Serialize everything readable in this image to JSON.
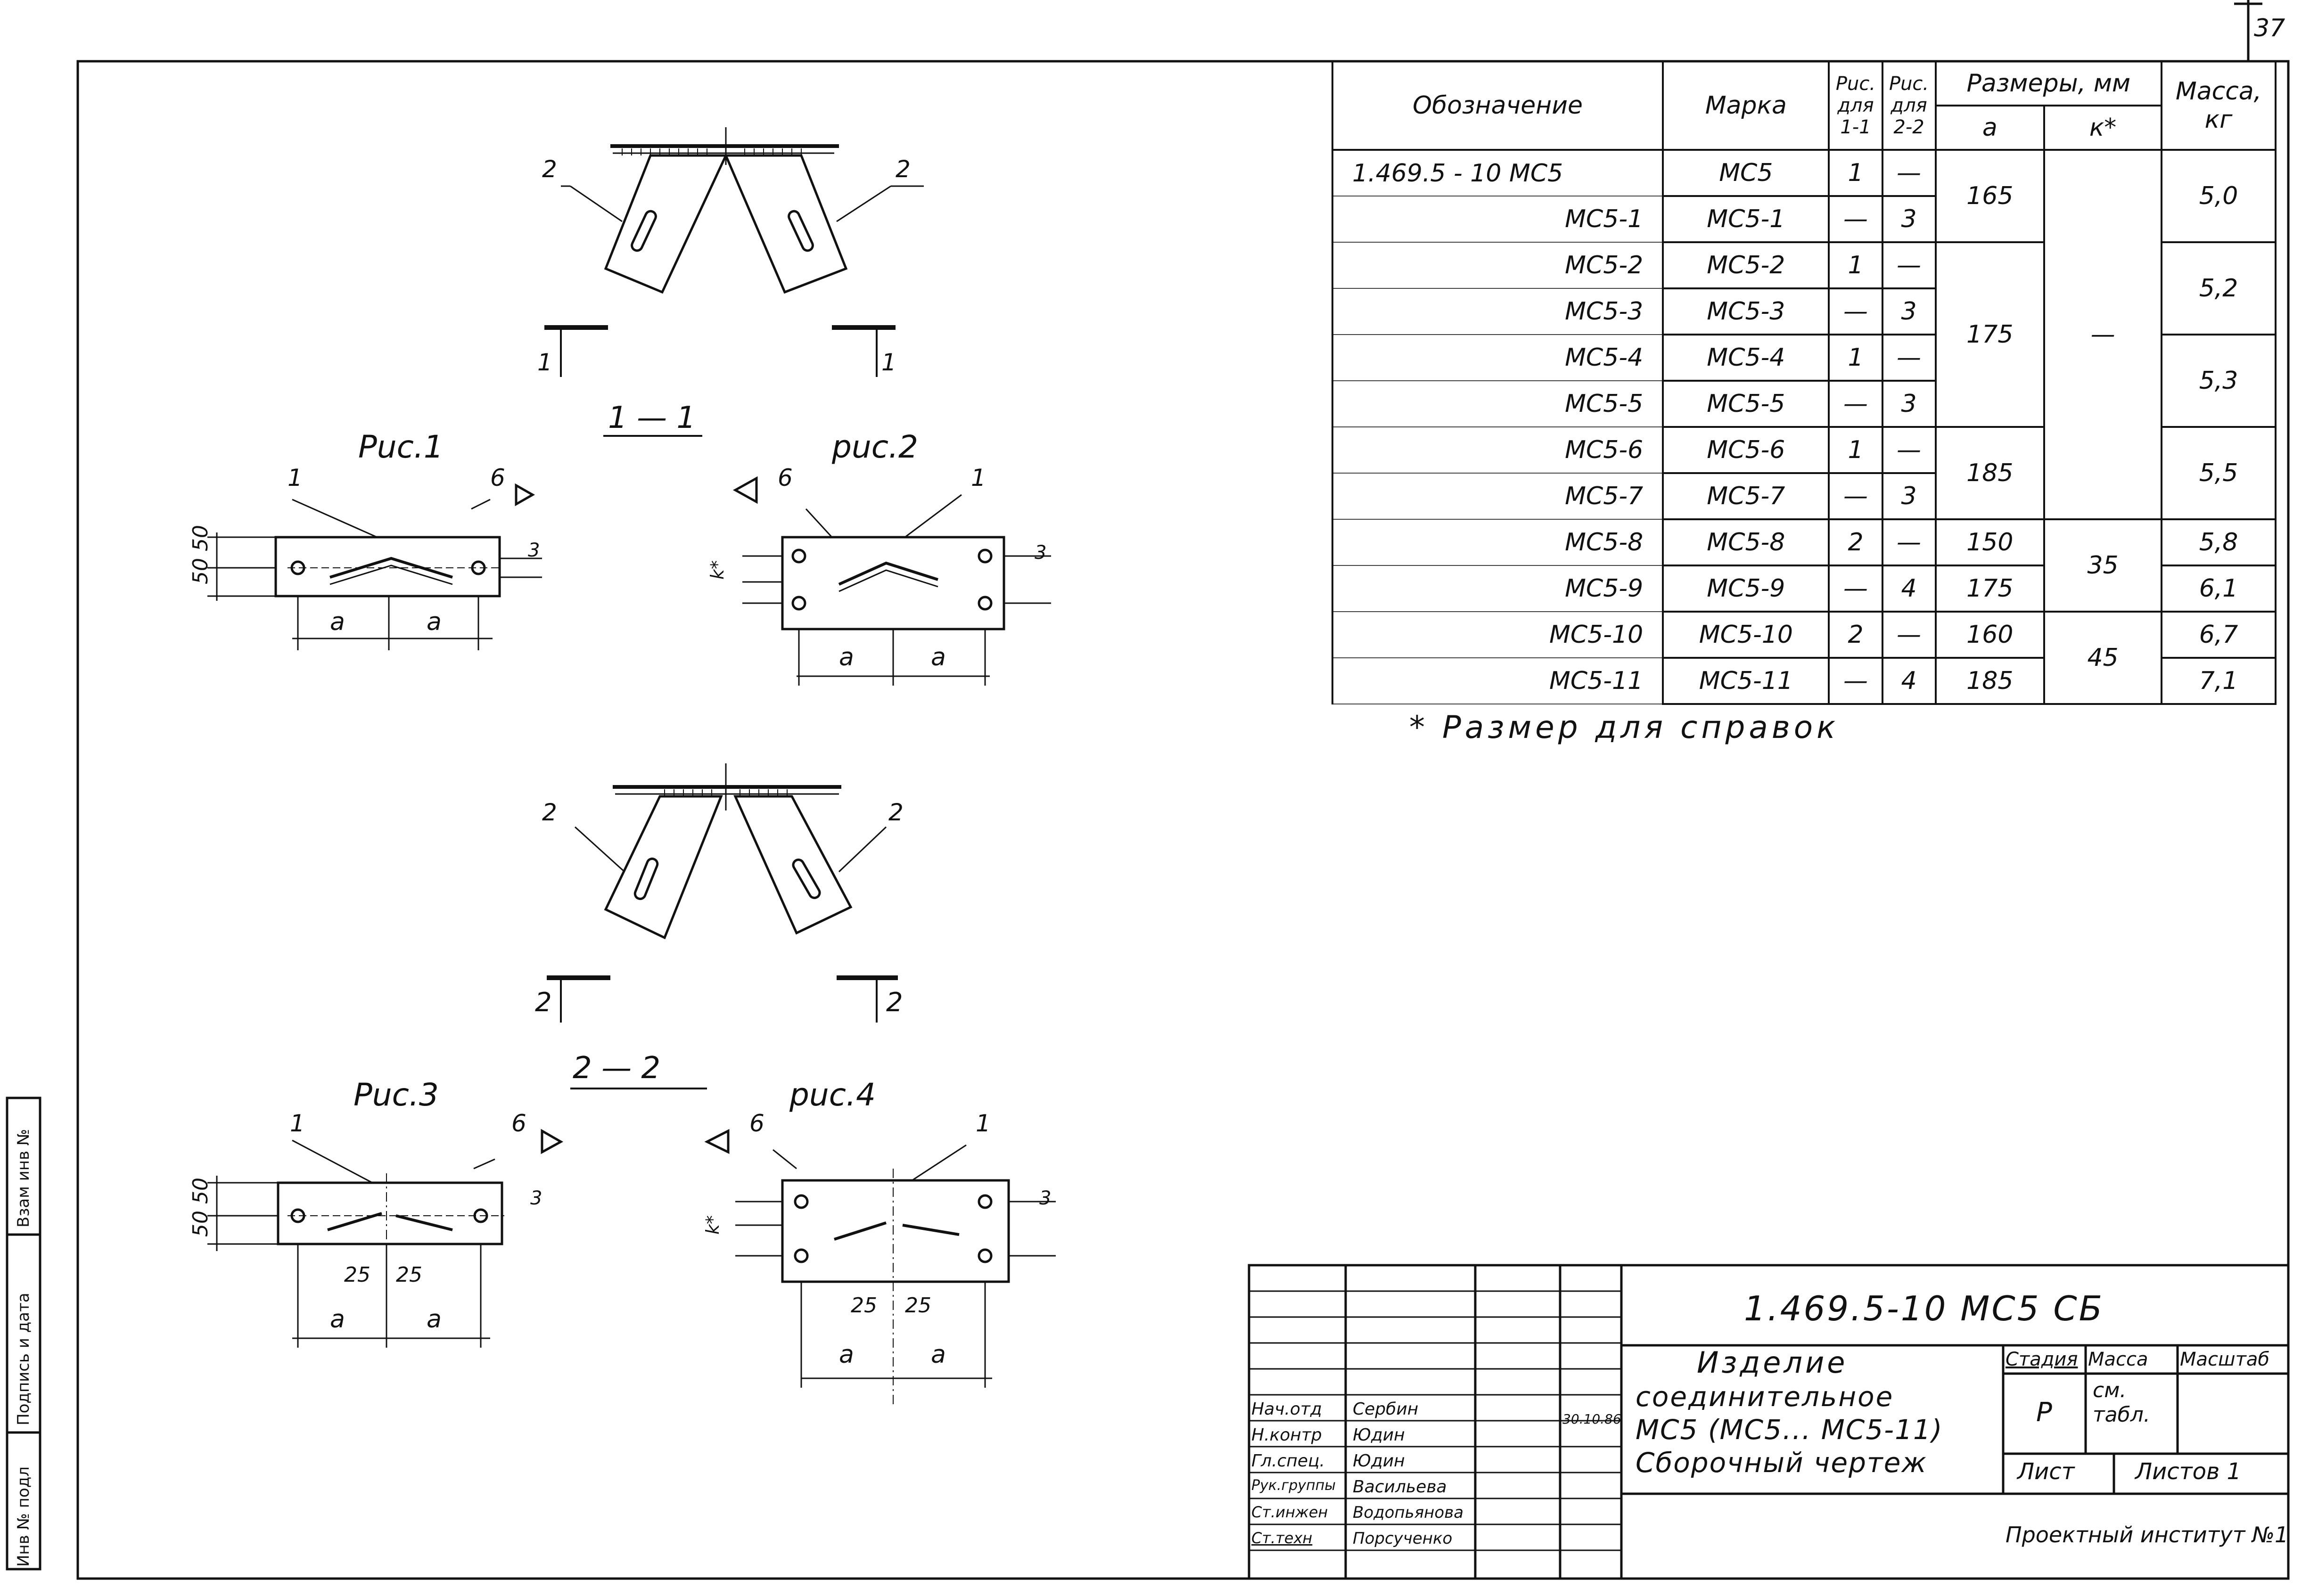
{
  "page_number": "37",
  "figures": {
    "fig1_label": "Рuc.1",
    "fig2_label": "рuc.2",
    "fig3_label": "Рuc.3",
    "fig4_label": "рuc.4",
    "section_1": "1 — 1",
    "section_2": "2 — 2",
    "marker_1": "1",
    "marker_2": "2",
    "callout_1": "1",
    "callout_2": "2",
    "callout_6": "6",
    "dim_50": "50 50",
    "dim_3": "3",
    "dim_a": "a",
    "dim_k": "k*",
    "dim_25": "25",
    "dim_25b": "25"
  },
  "spec_table": {
    "headers": {
      "designation": "Обозначение",
      "mark": "Марка",
      "fig_11": "Рuc. для 1-1",
      "fig_22": "Рuc. для 2-2",
      "sizes": "Размеры, мм",
      "size_a": "a",
      "size_k": "к*",
      "mass": "Масса, кг"
    },
    "rows": [
      {
        "designation": "1.469.5 - 10 МС5",
        "mark": "МС5",
        "fig11": "1",
        "fig22": "—",
        "a": "165",
        "k": "",
        "mass": "5,0"
      },
      {
        "designation": "МС5-1",
        "mark": "МС5-1",
        "fig11": "—",
        "fig22": "3",
        "a": "",
        "k": "",
        "mass": ""
      },
      {
        "designation": "МС5-2",
        "mark": "МС5-2",
        "fig11": "1",
        "fig22": "—",
        "a": "175",
        "k": "—",
        "mass": "5,2"
      },
      {
        "designation": "МС5-3",
        "mark": "МС5-3",
        "fig11": "—",
        "fig22": "3",
        "a": "",
        "k": "",
        "mass": ""
      },
      {
        "designation": "МС5-4",
        "mark": "МС5-4",
        "fig11": "1",
        "fig22": "—",
        "a": "",
        "k": "",
        "mass": "5,3"
      },
      {
        "designation": "МС5-5",
        "mark": "МС5-5",
        "fig11": "—",
        "fig22": "3",
        "a": "",
        "k": "",
        "mass": ""
      },
      {
        "designation": "МС5-6",
        "mark": "МС5-6",
        "fig11": "1",
        "fig22": "—",
        "a": "185",
        "k": "",
        "mass": "5,5"
      },
      {
        "designation": "МС5-7",
        "mark": "МС5-7",
        "fig11": "—",
        "fig22": "3",
        "a": "",
        "k": "",
        "mass": ""
      },
      {
        "designation": "МС5-8",
        "mark": "МС5-8",
        "fig11": "2",
        "fig22": "—",
        "a": "150",
        "k": "35",
        "mass": "5,8"
      },
      {
        "designation": "МС5-9",
        "mark": "МС5-9",
        "fig11": "—",
        "fig22": "4",
        "a": "175",
        "k": "",
        "mass": "6,1"
      },
      {
        "designation": "МС5-10",
        "mark": "МС5-10",
        "fig11": "2",
        "fig22": "—",
        "a": "160",
        "k": "45",
        "mass": "6,7"
      },
      {
        "designation": "МС5-11",
        "mark": "МС5-11",
        "fig11": "—",
        "fig22": "4",
        "a": "185",
        "k": "",
        "mass": "7,1"
      }
    ],
    "footnote": "* Размер для справок"
  },
  "title_block": {
    "code": "1.469.5-10   МС5 СБ",
    "name_line1": "Изделие",
    "name_line2": "соединительное",
    "name_line3": "МС5 (МС5... МС5-11)",
    "name_line4": "Сборочный чертеж",
    "stage_label": "Стадия",
    "stage_value": "Р",
    "mass_label": "Масса",
    "mass_value": "см. табл.",
    "scale_label": "Масштаб",
    "sheet_label": "Лист",
    "sheets_label": "Листов 1",
    "organization": "Проектный институт №1",
    "date": "30.10.86",
    "signatures": [
      {
        "role": "Нач.отд",
        "name": "Сербин"
      },
      {
        "role": "Н.контр",
        "name": "Юдин"
      },
      {
        "role": "Гл.спец.",
        "name": "Юдин"
      },
      {
        "role": "Рук.группы",
        "name": "Васильева"
      },
      {
        "role": "Ст.инжен",
        "name": "Водопьянова"
      },
      {
        "role": "Ст.техн",
        "name": "Порсученко"
      }
    ]
  },
  "side_strip": {
    "field1": "Инв № подл",
    "field2": "Подпись и дата",
    "field3": "Взам инв №"
  }
}
